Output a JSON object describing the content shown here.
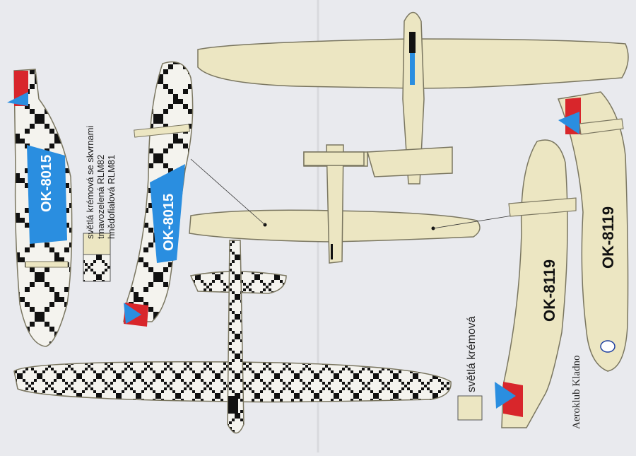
{
  "sheet": {
    "background": "#e9eaee",
    "cream": "#ece6c2",
    "outline": "#7a7660",
    "pattern_dark": "#111111",
    "red": "#d8262b",
    "blue": "#2a8ee0"
  },
  "glider_a": {
    "registration": "OK-8015",
    "scheme": "cream with dark checker pattern"
  },
  "glider_b": {
    "registration": "OK-8119",
    "scheme": "cream"
  },
  "legend": {
    "swatch_label": "světlá krémová se skvrnami",
    "color_1": "tmavozelená RLM82",
    "color_2": "hnědofialová RLM81",
    "cream_label": "světlá krémová"
  },
  "club": "Aeroklub Kladno"
}
